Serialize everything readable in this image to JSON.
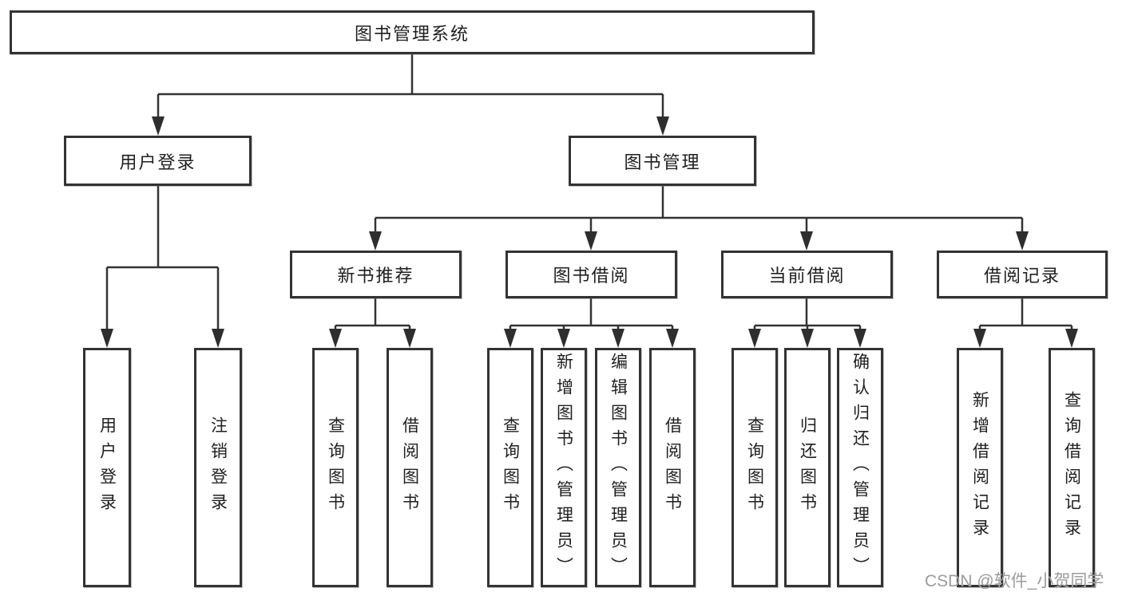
{
  "diagram": {
    "type": "function-structure-tree",
    "root": {
      "label": "图书管理系统"
    },
    "level2": [
      {
        "label": "用户登录"
      },
      {
        "label": "图书管理"
      }
    ],
    "level3": [
      {
        "label": "新书推荐",
        "parent": "图书管理"
      },
      {
        "label": "图书借阅",
        "parent": "图书管理"
      },
      {
        "label": "当前借阅",
        "parent": "图书管理"
      },
      {
        "label": "借阅记录",
        "parent": "图书管理"
      }
    ],
    "leaves": [
      {
        "label": "用户登录",
        "parent": "用户登录"
      },
      {
        "label": "注销登录",
        "parent": "用户登录"
      },
      {
        "label": "查询图书",
        "parent": "新书推荐"
      },
      {
        "label": "借阅图书",
        "parent": "新书推荐"
      },
      {
        "label": "查询图书",
        "parent": "图书借阅"
      },
      {
        "label": "新增图书（管理员）",
        "parent": "图书借阅"
      },
      {
        "label": "编辑图书（管理员）",
        "parent": "图书借阅"
      },
      {
        "label": "借阅图书",
        "parent": "图书借阅"
      },
      {
        "label": "查询图书",
        "parent": "当前借阅"
      },
      {
        "label": "归还图书",
        "parent": "当前借阅"
      },
      {
        "label": "确认归还（管理员）",
        "parent": "当前借阅"
      },
      {
        "label": "新增借阅记录",
        "parent": "借阅记录"
      },
      {
        "label": "查询借阅记录",
        "parent": "借阅记录"
      }
    ],
    "colors": {
      "line": "#333333",
      "box_border": "#333333",
      "box_fill": "#ffffff",
      "text": "#1f1f1f",
      "watermark": "#9c9c9c",
      "background": "#ffffff"
    }
  },
  "watermark": "CSDN @软件_小贺同学"
}
